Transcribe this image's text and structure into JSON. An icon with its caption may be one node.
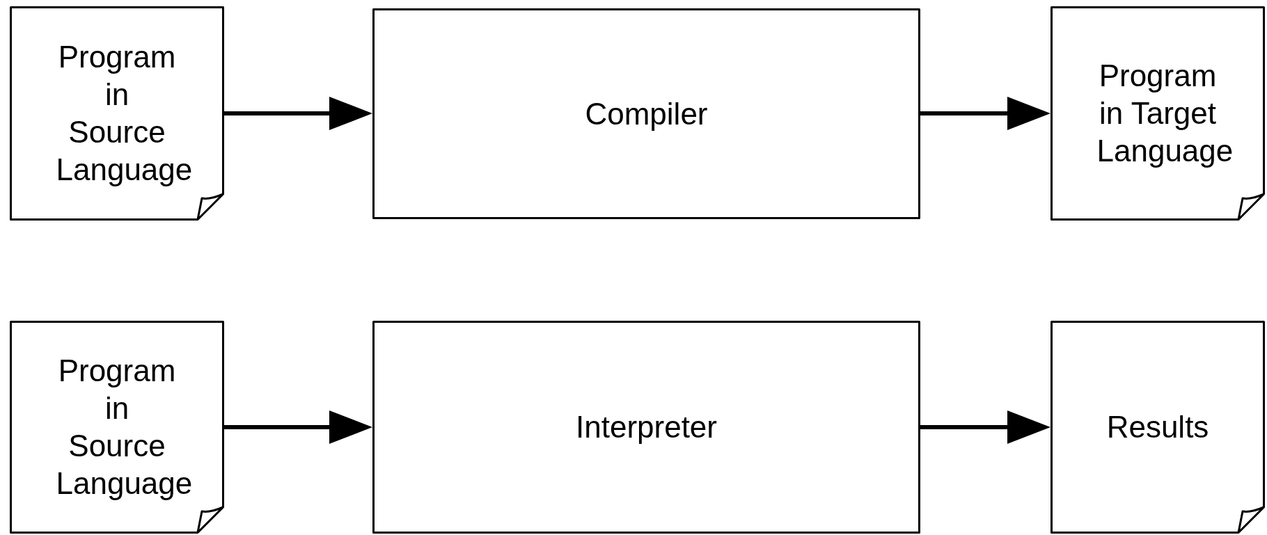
{
  "diagram": {
    "nodes": [
      {
        "text": [
          "Program in Source Language"
        ]
      },
      {
        "text": [
          "Compiler"
        ]
      },
      {
        "text": [
          "Program in Target Language"
        ]
      },
      {
        "text": [
          "Program in Source Language"
        ]
      },
      {
        "text": [
          "Interpreter"
        ]
      },
      {
        "text": [
          "Results"
        ]
      }
    ],
    "edges": [
      {
        "from": 0,
        "to": 1,
        "arrow": "to"
      },
      {
        "from": 1,
        "to": 2,
        "arrow": "to"
      },
      {
        "from": 3,
        "to": 4,
        "arrow": "to"
      },
      {
        "from": 4,
        "to": 5,
        "arrow": "to"
      }
    ]
  }
}
